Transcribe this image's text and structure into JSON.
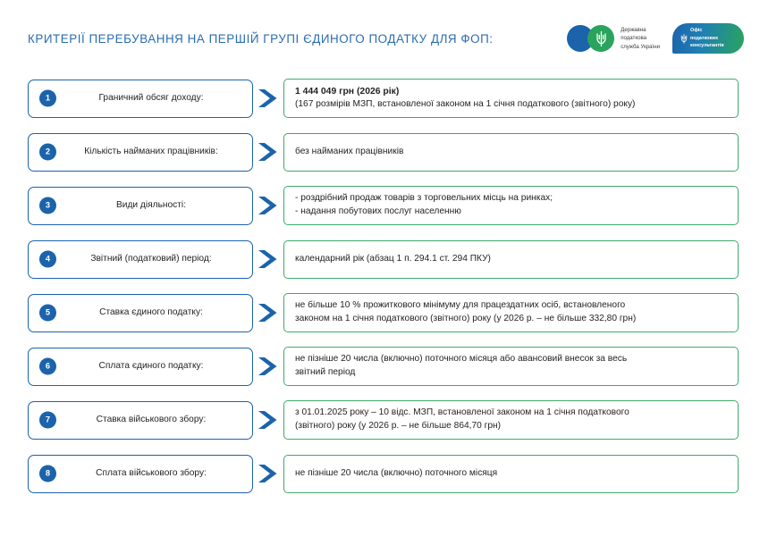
{
  "header": {
    "title": "КРИТЕРІЇ ПЕРЕБУВАННЯ НА ПЕРШІЙ ГРУПІ ЄДИНОГО ПОДАТКУ ДЛЯ ФОП:",
    "title_color": "#2a6cb0",
    "logos": {
      "dps": {
        "name": "derzhavna-podatkova-sluzhba-ukrainy-logo",
        "line1": "Державна",
        "line2": "податкова",
        "line3": "служба України",
        "circle_blue": "#1b63ab",
        "circle_green": "#2aa45c"
      },
      "opk": {
        "name": "ofis-podatkovykh-konsultantiv-logo",
        "line1": "Офіс",
        "line2": "податкових",
        "line3": "консультантів",
        "gradient_from": "#1b63ab",
        "gradient_to": "#2aa45c"
      }
    }
  },
  "theme": {
    "criteria_border": "#1b63ab",
    "value_border": "#3faa6d",
    "badge_bg": "#1b63ab",
    "arrow_color": "#1b63ab",
    "text_color": "#231f20"
  },
  "rows": [
    {
      "number": "1",
      "criterion": "Граничний обсяг доходу:",
      "values": [
        {
          "text": "1 444 049 грн (2026 рік)",
          "strong": true
        },
        {
          "text": "(167 розмірів МЗП, встановленої законом на 1 січня податкового (звітного) року)",
          "strong": false
        }
      ]
    },
    {
      "number": "2",
      "criterion": "Кількість найманих працівників:",
      "values": [
        {
          "text": "без найманих працівників",
          "strong": false
        }
      ]
    },
    {
      "number": "3",
      "criterion": "Види діяльності:",
      "values": [
        {
          "text": "- роздрібний продаж товарів з торговельних місць на ринках;",
          "strong": false
        },
        {
          "text": "- надання побутових послуг населенню",
          "strong": false
        }
      ]
    },
    {
      "number": "4",
      "criterion": "Звітний (податковий) період:",
      "values": [
        {
          "text": "календарний рік (абзац 1 п. 294.1 ст. 294 ПКУ)",
          "strong": false
        }
      ]
    },
    {
      "number": "5",
      "criterion": "Ставка єдиного податку:",
      "values": [
        {
          "text": "не більше 10 % прожиткового мінімуму для працездатних осіб, встановленого",
          "strong": false
        },
        {
          "text": "законом на 1 січня податкового (звітного) року (у 2026 р. – не більше 332,80 грн)",
          "strong": false
        }
      ]
    },
    {
      "number": "6",
      "criterion": "Сплата єдиного податку:",
      "values": [
        {
          "text": "не пізніше 20 числа (включно) поточного місяця або авансовий внесок за весь",
          "strong": false
        },
        {
          "text": "звітний період",
          "strong": false
        }
      ]
    },
    {
      "number": "7",
      "criterion": "Ставка військового збору:",
      "values": [
        {
          "text": "з 01.01.2025 року – 10 відс. МЗП, встановленої законом на 1 січня податкового",
          "strong": false
        },
        {
          "text": "(звітного) року (у 2026 р. – не більше 864,70 грн)",
          "strong": false
        }
      ]
    },
    {
      "number": "8",
      "criterion": "Сплата військового збору:",
      "values": [
        {
          "text": "не пізніше 20 числа (включно) поточного місяця",
          "strong": false
        }
      ]
    }
  ]
}
